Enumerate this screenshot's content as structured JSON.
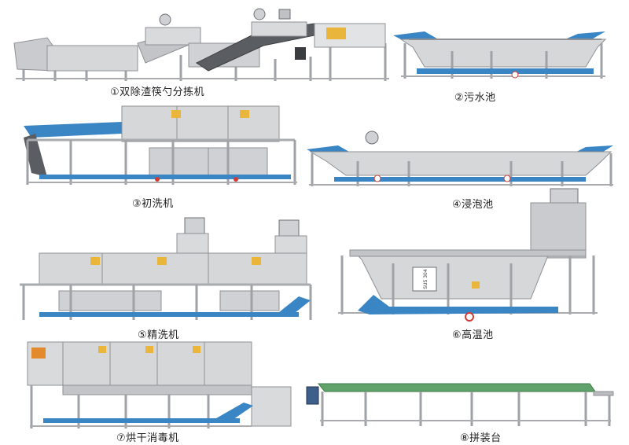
{
  "machines": [
    {
      "caption": "①双除渣筷勺分拣机"
    },
    {
      "caption": "②污水池"
    },
    {
      "caption": "③初洗机"
    },
    {
      "caption": "④浸泡池"
    },
    {
      "caption": "⑤精洗机"
    },
    {
      "caption": "⑥高温池"
    },
    {
      "caption": "⑦烘干消毒机"
    },
    {
      "caption": "⑧拼装台"
    }
  ],
  "tank_label": "SUS 304",
  "colors": {
    "steel_light": "#d9dadc",
    "steel_mid": "#b9bbbe",
    "steel_dark": "#8e9094",
    "frame": "#a7a9ad",
    "belt_blue": "#3a86c4",
    "belt_blue_light": "#6fb3e0",
    "belt_green": "#5fa36a",
    "warning_yellow": "#e9b53a",
    "panel_orange": "#e38a2c",
    "valve_red": "#d23a35",
    "valve_white": "#ffffff"
  },
  "icons": [
    "motor-icon",
    "warning-label-icon",
    "drain-valve-icon"
  ]
}
